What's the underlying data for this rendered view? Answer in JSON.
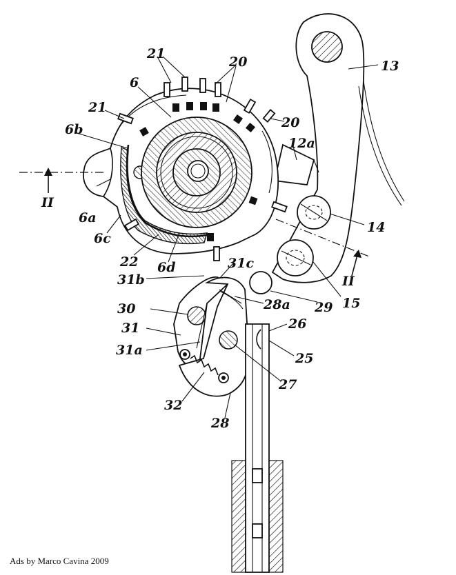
{
  "labels": {
    "l21a": "21",
    "l20a": "20",
    "l6": "6",
    "l21b": "21",
    "l20b": "20",
    "l6b": "6b",
    "l12a": "12a",
    "l13": "13",
    "lII_left": "II",
    "l6a": "6a",
    "l6c": "6c",
    "l14": "14",
    "l22": "22",
    "l6d": "6d",
    "l31c": "31c",
    "l31b": "31b",
    "lII_right": "II",
    "l15": "15",
    "l28a": "28a",
    "l29": "29",
    "l30": "30",
    "l26": "26",
    "l31": "31",
    "l31a": "31a",
    "l25": "25",
    "l27": "27",
    "l32": "32",
    "l28": "28"
  },
  "caption": "Ads by Marco Cavina 2009"
}
